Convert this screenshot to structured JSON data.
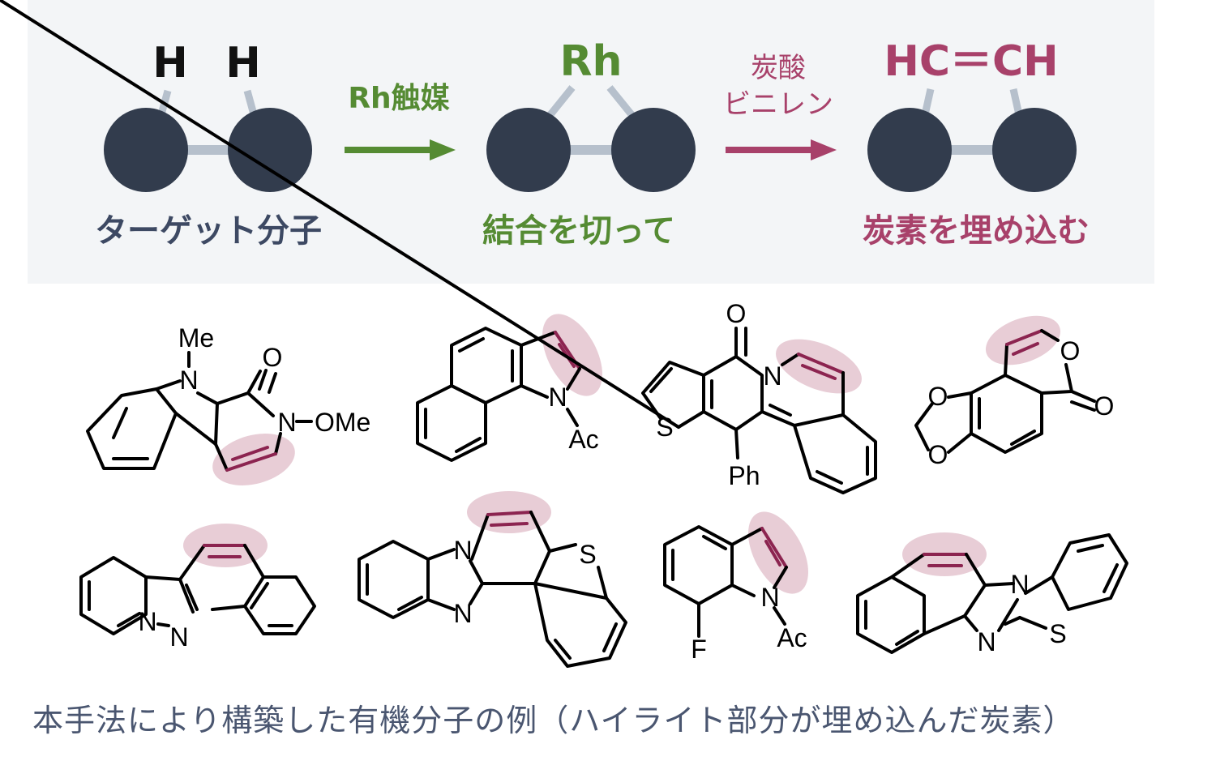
{
  "scheme": {
    "step1": {
      "atom_left": "H",
      "atom_right": "H",
      "label": "ターゲット分子",
      "color": "#3d4963"
    },
    "arrow1": {
      "label": "Rh触媒",
      "color": "#558b33"
    },
    "step2": {
      "atom": "Rh",
      "label": "結合を切って",
      "color": "#558b33"
    },
    "arrow2": {
      "label_line1": "炭酸",
      "label_line2": "ビニレン",
      "color": "#a8416a"
    },
    "step3": {
      "atom": "HC＝CH",
      "label": "炭素を埋め込む",
      "color": "#a8416a"
    },
    "sphere_color": "#323c4d",
    "bond_color": "#b6c0cc"
  },
  "molecules": {
    "m1": {
      "me": "Me",
      "n1": "N",
      "o": "O",
      "n2": "N",
      "ome": "OMe"
    },
    "m2": {
      "n": "N",
      "ac": "Ac"
    },
    "m3": {
      "o": "O",
      "n": "N",
      "s": "S",
      "ph": "Ph"
    },
    "m4": {
      "o1": "O",
      "o2": "O",
      "o3": "O",
      "o4": "O"
    },
    "m5": {
      "n1": "N",
      "n2": "N"
    },
    "m6": {
      "n1": "N",
      "n2": "N",
      "s": "S"
    },
    "m7": {
      "n": "N",
      "ac": "Ac",
      "f": "F"
    },
    "m8": {
      "n1": "N",
      "n2": "N",
      "s": "S"
    },
    "highlight_color": "#e8cdd6",
    "highlight_bond_color": "#8c2450"
  },
  "caption": "本手法により構築した有機分子の例（ハイライト部分が埋め込んだ炭素）"
}
